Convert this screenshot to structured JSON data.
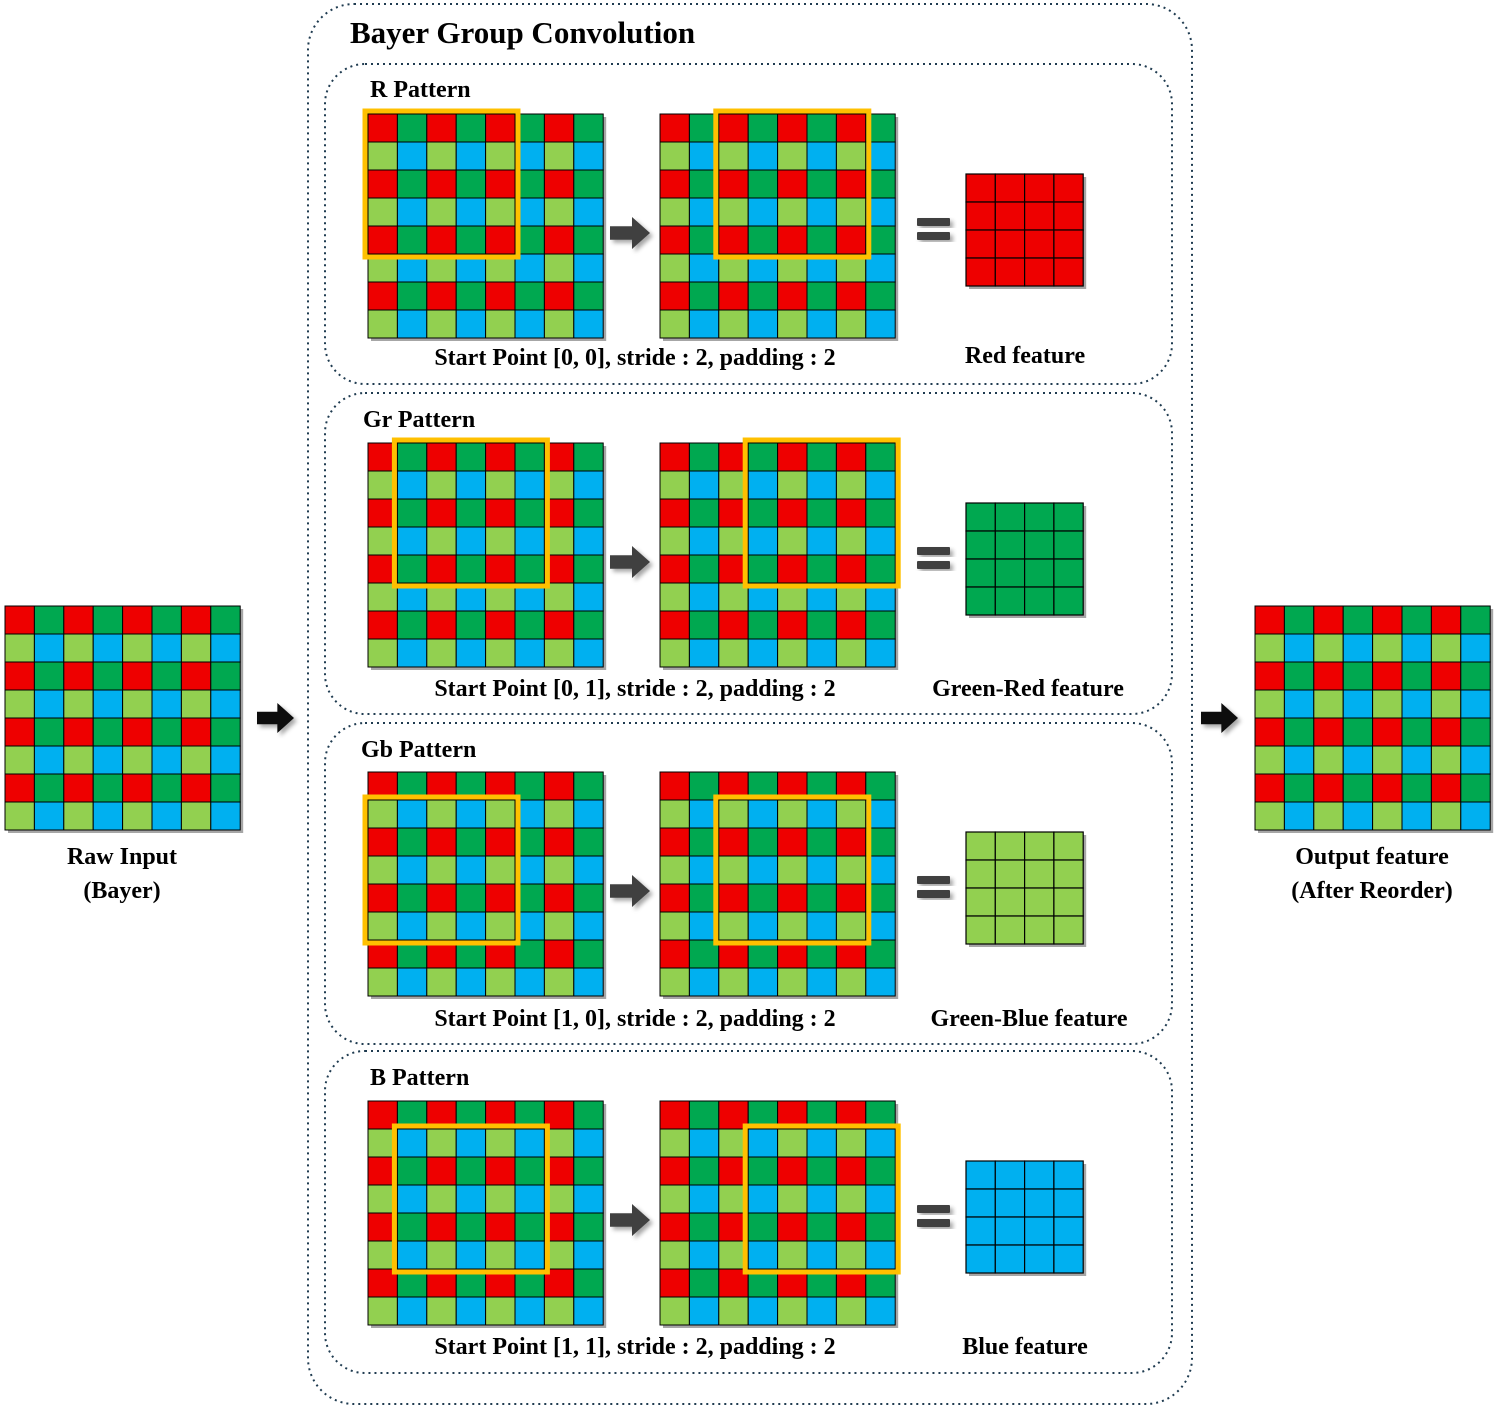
{
  "colors": {
    "red": "#ee0000",
    "dark_green": "#00a850",
    "light_green": "#92d050",
    "blue": "#00b0f0",
    "window": "#ffc000",
    "arrow": "#404040",
    "grid_line": "#000000",
    "dotted_border": "#1f3b50"
  },
  "bayer_layout": [
    [
      "R",
      "Gr"
    ],
    [
      "Gb",
      "B"
    ]
  ],
  "raw_input": {
    "label_line1": "Raw Input",
    "label_line2": "(Bayer)",
    "rows": 8,
    "cols": 8
  },
  "output": {
    "label_line1": "Output feature",
    "label_line2": "(After Reorder)",
    "rows": 8,
    "cols": 8
  },
  "main_box": {
    "title": "Bayer Group Convolution"
  },
  "patterns": [
    {
      "id": "r",
      "name": "R Pattern",
      "caption": "Start Point [0, 0], stride : 2, padding : 2",
      "result_label": "Red feature",
      "result_color": "red",
      "start": [
        0,
        0
      ],
      "window_before": {
        "row": 0,
        "col": 0,
        "size": 5
      },
      "window_after": {
        "row": 0,
        "col": 2,
        "size": 5
      },
      "feature_rows": 4,
      "feature_cols": 4
    },
    {
      "id": "gr",
      "name": "Gr Pattern",
      "caption": "Start Point [0, 1], stride : 2, padding : 2",
      "result_label": "Green-Red feature",
      "result_color": "dark_green",
      "start": [
        0,
        1
      ],
      "window_before": {
        "row": 0,
        "col": 1,
        "size": 5
      },
      "window_after": {
        "row": 0,
        "col": 3,
        "size": 5
      },
      "feature_rows": 4,
      "feature_cols": 4
    },
    {
      "id": "gb",
      "name": "Gb Pattern",
      "caption": "Start Point [1, 0], stride : 2, padding : 2",
      "result_label": "Green-Blue feature",
      "result_color": "light_green",
      "start": [
        1,
        0
      ],
      "window_before": {
        "row": 1,
        "col": 0,
        "size": 5
      },
      "window_after": {
        "row": 1,
        "col": 2,
        "size": 5
      },
      "feature_rows": 4,
      "feature_cols": 4
    },
    {
      "id": "b",
      "name": "B Pattern",
      "caption": "Start Point [1, 1], stride : 2, padding : 2",
      "result_label": "Blue feature",
      "result_color": "blue",
      "start": [
        1,
        1
      ],
      "window_before": {
        "row": 1,
        "col": 1,
        "size": 5
      },
      "window_after": {
        "row": 1,
        "col": 3,
        "size": 5
      },
      "feature_rows": 4,
      "feature_cols": 4
    }
  ]
}
